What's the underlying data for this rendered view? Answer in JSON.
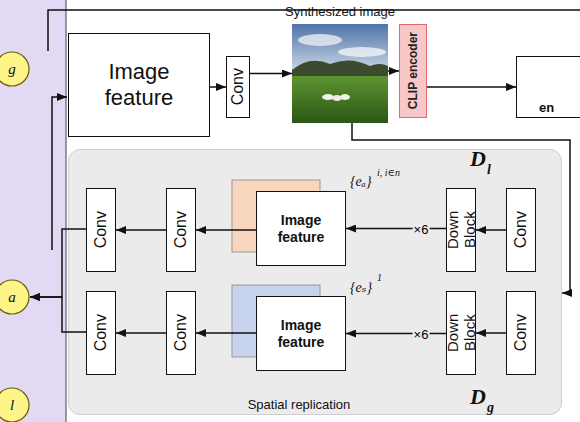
{
  "diagram": {
    "nodes": [
      {
        "text": [
          "g"
        ]
      },
      {
        "text": [
          "Image feature"
        ]
      },
      {
        "text": [
          "Conv"
        ]
      },
      {
        "text": [
          "Synthesized image"
        ]
      },
      {
        "text": [
          "CLIP encoder"
        ]
      },
      {
        "text": [
          "en"
        ]
      },
      {
        "text": [
          "a"
        ]
      },
      {
        "text": [
          "l"
        ]
      },
      {
        "text": [
          "Spatial replication"
        ]
      },
      {
        "text": [
          "Conv"
        ],
        "in": 8
      },
      {
        "text": [
          "Conv"
        ],
        "in": 8
      },
      {
        "text": [
          "Image feature"
        ],
        "in": 8
      },
      {
        "text": [
          "Down Block"
        ],
        "in": 8
      },
      {
        "text": [
          "Conv"
        ],
        "in": 8
      },
      {
        "text": [
          "Conv"
        ],
        "in": 8
      },
      {
        "text": [
          "Conv"
        ],
        "in": 8
      },
      {
        "text": [
          "Image feature"
        ],
        "in": 8
      },
      {
        "text": [
          "Down Block"
        ],
        "in": 8
      },
      {
        "text": [
          "Conv"
        ],
        "in": 8
      }
    ],
    "edges": [
      {
        "from": 1,
        "to": 2,
        "arrow": "to"
      },
      {
        "from": 2,
        "to": 3,
        "arrow": "to"
      },
      {
        "from": 3,
        "to": 4,
        "arrow": "to"
      },
      {
        "from": 4,
        "to": 5,
        "arrow": "to"
      },
      {
        "from": 3,
        "to": 8,
        "arrow": "to"
      },
      {
        "from": 13,
        "to": 12,
        "arrow": "to"
      },
      {
        "from": 12,
        "to": 11,
        "label": "×6",
        "arrow": "to"
      },
      {
        "from": 11,
        "to": 10,
        "arrow": "to"
      },
      {
        "from": 10,
        "to": 9,
        "arrow": "to"
      },
      {
        "from": 18,
        "to": 17,
        "arrow": "to"
      },
      {
        "from": 17,
        "to": 16,
        "label": "×6",
        "arrow": "to"
      },
      {
        "from": 16,
        "to": 15,
        "arrow": "to"
      },
      {
        "from": 15,
        "to": 14,
        "arrow": "to"
      },
      {
        "from": 9,
        "to": 6,
        "arrow": "to"
      },
      {
        "from": 14,
        "to": 6,
        "arrow": "to"
      }
    ],
    "labels": [
      "D",
      "l",
      "{eₐ}",
      "i, i∈n",
      "{eₛ}",
      "1",
      "D",
      "g"
    ]
  }
}
